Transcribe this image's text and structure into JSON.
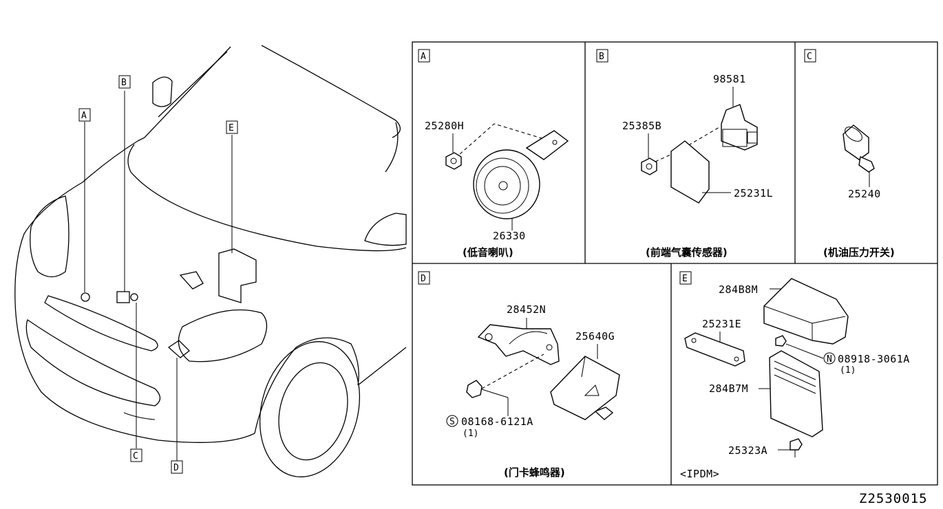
{
  "figure_id": "Z2530015",
  "callouts": {
    "a": "A",
    "b": "B",
    "c": "C",
    "d": "D",
    "e": "E"
  },
  "panels": {
    "a": {
      "letter": "A",
      "caption": "(低音喇叭)",
      "parts": {
        "nut": "25280H",
        "horn": "26330"
      }
    },
    "b": {
      "letter": "B",
      "caption": "(前端气囊传感器)",
      "parts": {
        "sensor": "98581",
        "nut": "25385B",
        "bracket": "25231L"
      }
    },
    "c": {
      "letter": "C",
      "caption": "(机油压力开关)",
      "parts": {
        "switch": "25240"
      }
    },
    "d": {
      "letter": "D",
      "caption": "(门卡蜂鸣器)",
      "parts": {
        "bracket": "28452N",
        "buzzer": "25640G",
        "bolt": "08168-6121A",
        "bolt_qty": "(1)",
        "bolt_symbol": "S"
      }
    },
    "e": {
      "letter": "E",
      "caption": "<IPDM>",
      "parts": {
        "cover": "284B8M",
        "bracket": "25231E",
        "nut": "08918-3061A",
        "nut_qty": "(1)",
        "nut_symbol": "N",
        "ipdm": "284B7M",
        "bolt": "25323A"
      }
    }
  }
}
